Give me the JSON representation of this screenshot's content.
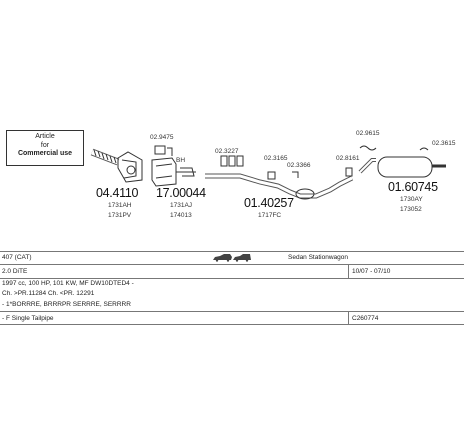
{
  "diagram": {
    "note": [
      "Article",
      "for",
      "Commercial use"
    ],
    "parts": {
      "p1": {
        "number": "04.4110",
        "refs": [
          "1731AH",
          "1731PV"
        ]
      },
      "p2": {
        "number": "17.00044",
        "refs": [
          "1731AJ",
          "174013"
        ]
      },
      "p3": {
        "number": "01.40257",
        "refs": [
          "1717FC"
        ]
      },
      "p4": {
        "number": "01.60745",
        "refs": [
          "1730AY",
          "173052"
        ]
      }
    },
    "small_labels": {
      "a": "02.9475",
      "b": "BH",
      "c": "02.3227",
      "d": "02.3165",
      "e": "02.3366",
      "f": "02.9615",
      "g": "02.3615",
      "h": "02.8161"
    }
  },
  "table": {
    "rows": [
      {
        "left": "407 (CAT)",
        "mid": "Sedan Stationwagon",
        "right": ""
      },
      {
        "left": "2.0 DiTE",
        "mid": "",
        "right": "10/07 - 07/10"
      },
      {
        "left": "1997 cc, 100 HP, 101 KW, MF DW10DTED4 -",
        "mid": "",
        "right": ""
      },
      {
        "left": "Ch. >PR.11284 Ch. <PR. 12291",
        "mid": "",
        "right": ""
      },
      {
        "left": "- 1*BORRRE, BRRRPR SERRRE, SERRRR",
        "mid": "",
        "right": ""
      },
      {
        "left": "- F Single Tailpipe",
        "mid": "",
        "right": "C260774"
      }
    ]
  }
}
